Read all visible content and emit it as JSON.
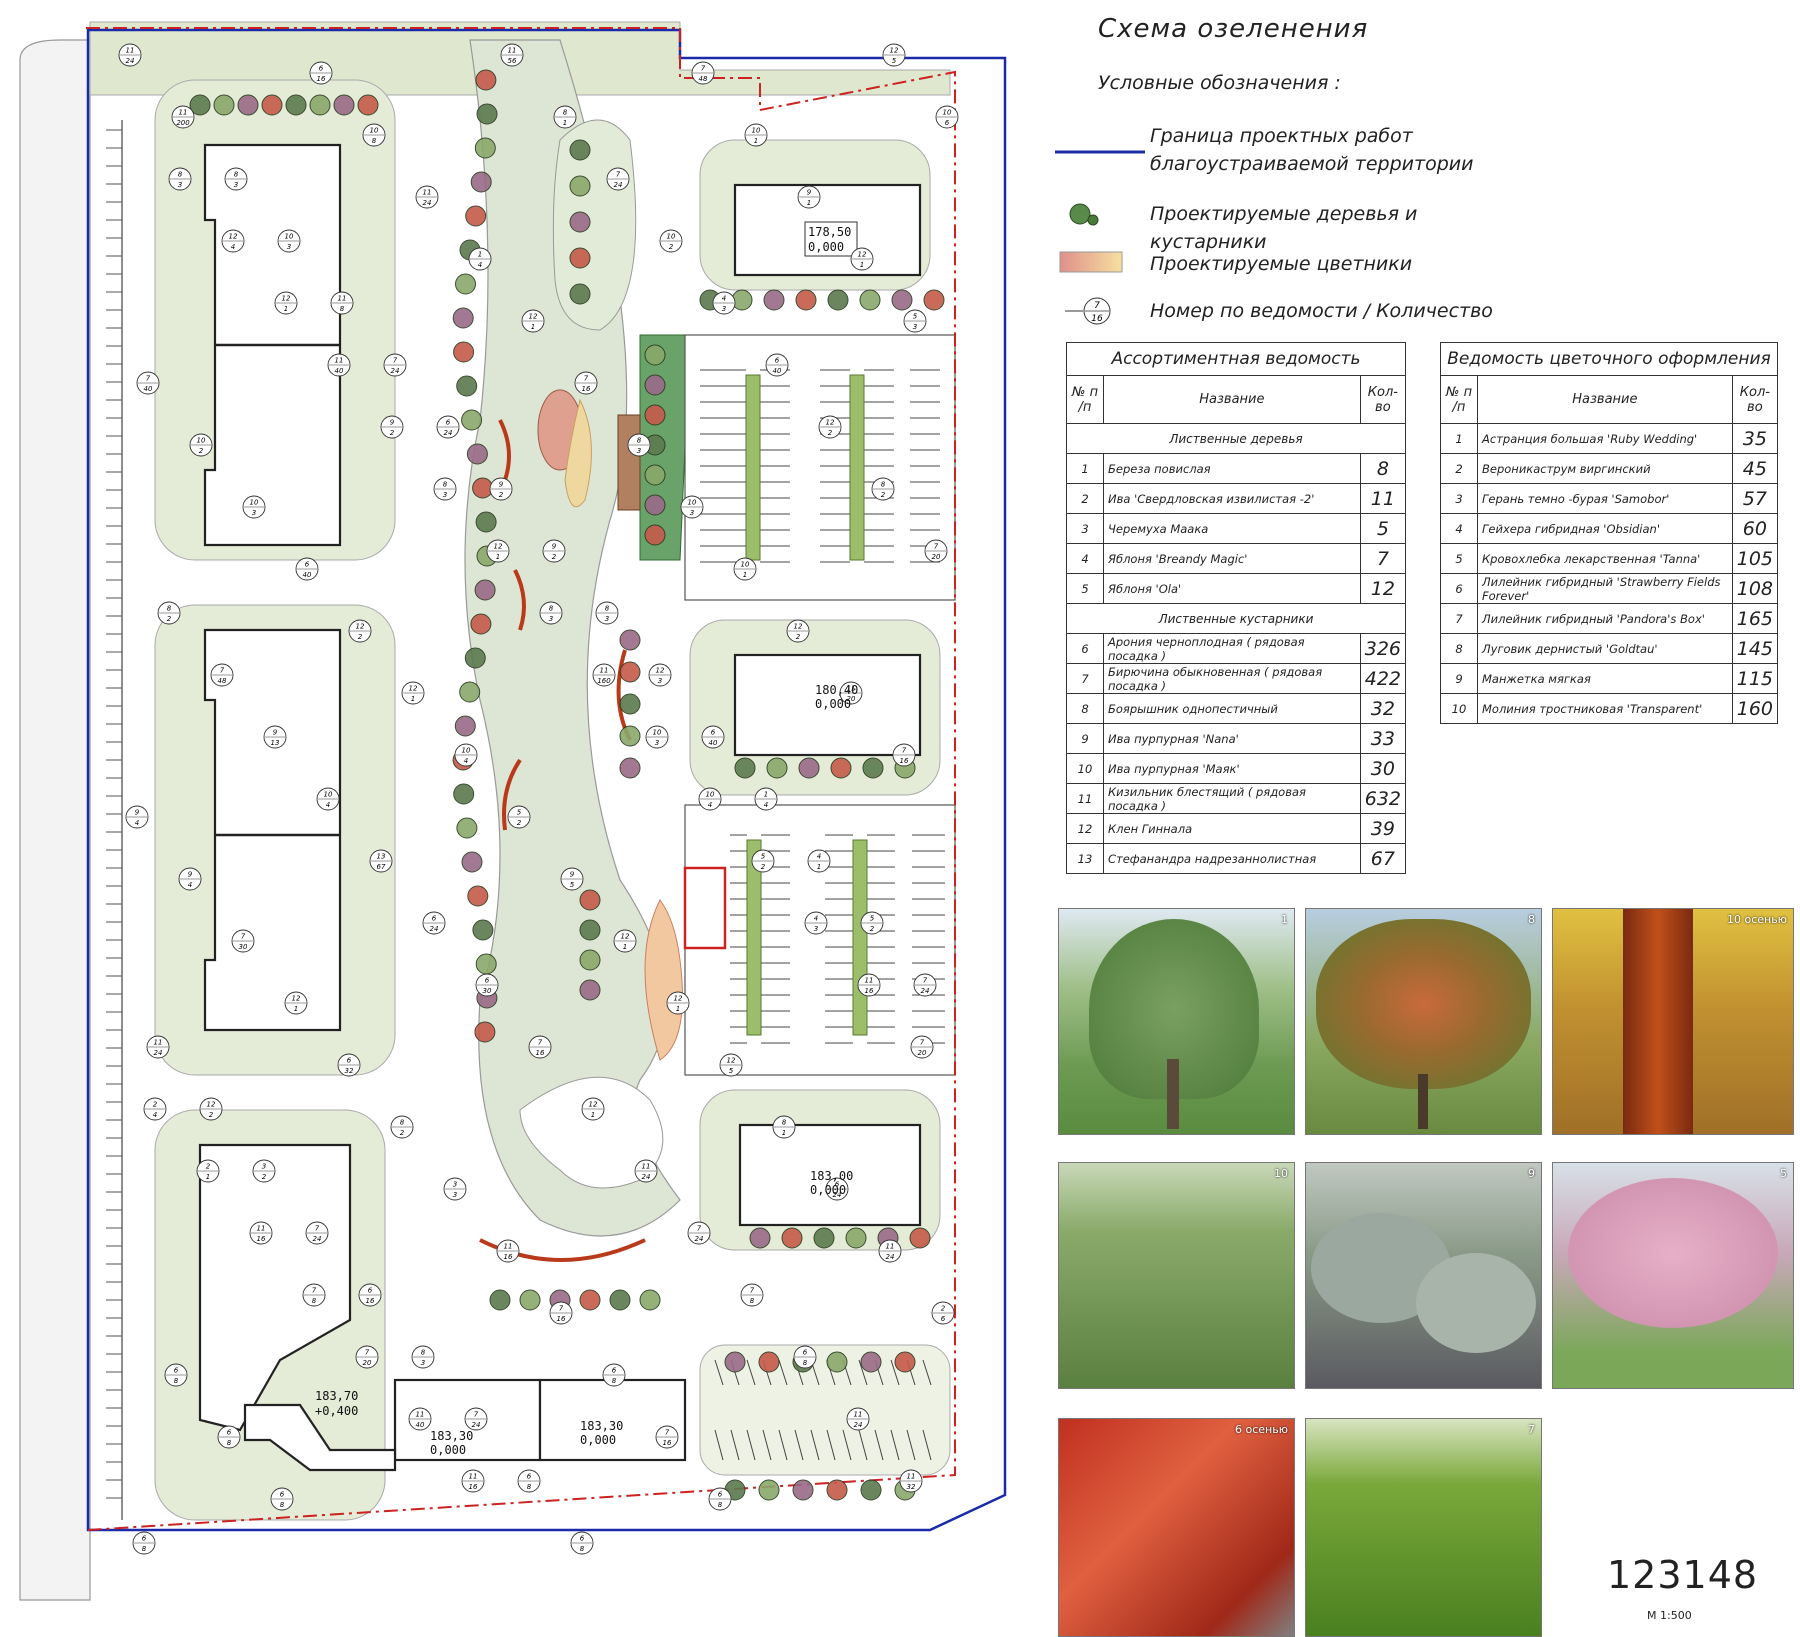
{
  "title": "Схема озеленения",
  "legend": {
    "heading": "Условные обозначения :",
    "items": [
      {
        "label": "Граница проектных работ благоустраиваемой территории",
        "icon": "boundary-line-icon"
      },
      {
        "label": "Проектируемые деревья и кустарники",
        "icon": "tree-symbol-icon"
      },
      {
        "label": "Проектируемые цветники",
        "icon": "flowerbed-swatch-icon"
      },
      {
        "label": "Номер по ведомости / Количество",
        "icon": "callout-icon",
        "sample_num": "7",
        "sample_qty": "16"
      }
    ]
  },
  "assortment": {
    "title": "Ассортиментная ведомость",
    "headers": {
      "num": "№ п /п",
      "name": "Название",
      "qty": "Кол-во"
    },
    "section1": "Лиственные деревья",
    "section2": "Лиственные кустарники",
    "trees": [
      {
        "num": "1",
        "name": "Береза повислая",
        "qty": "8"
      },
      {
        "num": "2",
        "name": "Ива 'Свердловская извилистая -2'",
        "qty": "11"
      },
      {
        "num": "3",
        "name": "Черемуха Маака",
        "qty": "5"
      },
      {
        "num": "4",
        "name": "Яблоня 'Breandy Magic'",
        "qty": "7"
      },
      {
        "num": "5",
        "name": "Яблоня 'Ola'",
        "qty": "12"
      }
    ],
    "shrubs": [
      {
        "num": "6",
        "name": "Арония черноплодная ( рядовая посадка )",
        "qty": "326"
      },
      {
        "num": "7",
        "name": "Бирючина обыкновенная ( рядовая посадка )",
        "qty": "422"
      },
      {
        "num": "8",
        "name": "Боярышник однопестичный",
        "qty": "32"
      },
      {
        "num": "9",
        "name": "Ива пурпурная 'Nana'",
        "qty": "33"
      },
      {
        "num": "10",
        "name": "Ива пурпурная 'Маяк'",
        "qty": "30"
      },
      {
        "num": "11",
        "name": "Кизильник блестящий ( рядовая посадка )",
        "qty": "632"
      },
      {
        "num": "12",
        "name": "Клен Гиннала",
        "qty": "39"
      },
      {
        "num": "13",
        "name": "Стефанандра надрезаннолистная",
        "qty": "67"
      }
    ]
  },
  "flowers": {
    "title": "Ведомость цветочного оформления",
    "headers": {
      "num": "№ п /п",
      "name": "Название",
      "qty": "Кол-во"
    },
    "rows": [
      {
        "num": "1",
        "name": "Астранция большая 'Ruby Wedding'",
        "qty": "35"
      },
      {
        "num": "2",
        "name": "Вероникаструм виргинский",
        "qty": "45"
      },
      {
        "num": "3",
        "name": "Герань темно -бурая 'Samobor'",
        "qty": "57"
      },
      {
        "num": "4",
        "name": "Гейхера гибридная 'Obsidian'",
        "qty": "60"
      },
      {
        "num": "5",
        "name": "Кровохлебка лекарственная 'Tanna'",
        "qty": "105"
      },
      {
        "num": "6",
        "name": "Лилейник гибридный 'Strawberry Fields Forever'",
        "qty": "108"
      },
      {
        "num": "7",
        "name": "Лилейник гибридный 'Pandora's Box'",
        "qty": "165"
      },
      {
        "num": "8",
        "name": "Луговик дернистый 'Goldtau'",
        "qty": "145"
      },
      {
        "num": "9",
        "name": "Манжетка мягкая",
        "qty": "115"
      },
      {
        "num": "10",
        "name": "Молиния тростниковая 'Transparent'",
        "qty": "160"
      }
    ]
  },
  "photos": [
    {
      "label": "1",
      "theme": "weeping-birch"
    },
    {
      "label": "8",
      "theme": "hawthorn"
    },
    {
      "label": "10 осенью",
      "theme": "willow-bark-autumn"
    },
    {
      "label": "10",
      "theme": "willow-shrub"
    },
    {
      "label": "9",
      "theme": "blue-willow-shrubs"
    },
    {
      "label": "5",
      "theme": "flowering-apple"
    },
    {
      "label": "6 осенью",
      "theme": "aronia-autumn"
    },
    {
      "label": "7",
      "theme": "privet-hedge"
    }
  ],
  "buildings": [
    {
      "elev": "178,50",
      "zero": "0,000"
    },
    {
      "elev": "180,40",
      "zero": "0,000"
    },
    {
      "elev": "183,00",
      "zero": "0,000"
    },
    {
      "elev": "183,70",
      "zero": "+0,400"
    },
    {
      "elev": "183,30",
      "zero": "0,000"
    },
    {
      "elev": "183,30",
      "zero": "0,000"
    }
  ],
  "callouts": [
    [
      "11",
      "24"
    ],
    [
      "6",
      "16"
    ],
    [
      "11",
      "56"
    ],
    [
      "7",
      "48"
    ],
    [
      "12",
      "5"
    ],
    [
      "11",
      "200"
    ],
    [
      "10",
      "8"
    ],
    [
      "8",
      "1"
    ],
    [
      "10",
      "1"
    ],
    [
      "10",
      "6"
    ],
    [
      "8",
      "3"
    ],
    [
      "11",
      "24"
    ],
    [
      "7",
      "24"
    ],
    [
      "9",
      "1"
    ],
    [
      "8",
      "3"
    ],
    [
      "10",
      "3"
    ],
    [
      "1",
      "4"
    ],
    [
      "10",
      "2"
    ],
    [
      "12",
      "1"
    ],
    [
      "12",
      "4"
    ],
    [
      "11",
      "8"
    ],
    [
      "12",
      "1"
    ],
    [
      "4",
      "3"
    ],
    [
      "5",
      "3"
    ],
    [
      "12",
      "1"
    ],
    [
      "7",
      "24"
    ],
    [
      "7",
      "16"
    ],
    [
      "6",
      "40"
    ],
    [
      "7",
      "40"
    ],
    [
      "11",
      "40"
    ],
    [
      "6",
      "24"
    ],
    [
      "8",
      "3"
    ],
    [
      "12",
      "2"
    ],
    [
      "10",
      "2"
    ],
    [
      "9",
      "2"
    ],
    [
      "9",
      "2"
    ],
    [
      "10",
      "3"
    ],
    [
      "8",
      "2"
    ],
    [
      "10",
      "3"
    ],
    [
      "8",
      "3"
    ],
    [
      "9",
      "2"
    ],
    [
      "10",
      "1"
    ],
    [
      "7",
      "20"
    ],
    [
      "6",
      "40"
    ],
    [
      "12",
      "1"
    ],
    [
      "8",
      "3"
    ],
    [
      "12",
      "2"
    ],
    [
      "8",
      "2"
    ],
    [
      "12",
      "2"
    ],
    [
      "8",
      "3"
    ],
    [
      "12",
      "3"
    ],
    [
      "11",
      "20"
    ],
    [
      "7",
      "48"
    ],
    [
      "12",
      "1"
    ],
    [
      "11",
      "160"
    ],
    [
      "6",
      "40"
    ],
    [
      "7",
      "16"
    ],
    [
      "9",
      "13"
    ],
    [
      "10",
      "4"
    ],
    [
      "10",
      "3"
    ],
    [
      "1",
      "4"
    ],
    [
      "9",
      "4"
    ],
    [
      "10",
      "4"
    ],
    [
      "5",
      "2"
    ],
    [
      "10",
      "4"
    ],
    [
      "4",
      "1"
    ],
    [
      "9",
      "4"
    ],
    [
      "13",
      "67"
    ],
    [
      "9",
      "5"
    ],
    [
      "5",
      "2"
    ],
    [
      "5",
      "2"
    ],
    [
      "7",
      "30"
    ],
    [
      "6",
      "24"
    ],
    [
      "12",
      "1"
    ],
    [
      "4",
      "3"
    ],
    [
      "7",
      "24"
    ],
    [
      "12",
      "1"
    ],
    [
      "6",
      "30"
    ],
    [
      "12",
      "1"
    ],
    [
      "11",
      "16"
    ],
    [
      "11",
      "24"
    ],
    [
      "6",
      "32"
    ],
    [
      "7",
      "16"
    ],
    [
      "12",
      "5"
    ],
    [
      "7",
      "20"
    ],
    [
      "12",
      "2"
    ],
    [
      "8",
      "2"
    ],
    [
      "12",
      "1"
    ],
    [
      "8",
      "1"
    ],
    [
      "2",
      "4"
    ],
    [
      "3",
      "2"
    ],
    [
      "3",
      "3"
    ],
    [
      "11",
      "24"
    ],
    [
      "6",
      "24"
    ],
    [
      "2",
      "1"
    ],
    [
      "7",
      "24"
    ],
    [
      "11",
      "16"
    ],
    [
      "7",
      "24"
    ],
    [
      "11",
      "24"
    ],
    [
      "11",
      "16"
    ],
    [
      "6",
      "16"
    ],
    [
      "7",
      "16"
    ],
    [
      "7",
      "8"
    ],
    [
      "2",
      "6"
    ],
    [
      "7",
      "8"
    ],
    [
      "8",
      "3"
    ],
    [
      "6",
      "8"
    ],
    [
      "6",
      "8"
    ],
    [
      "6",
      "8"
    ],
    [
      "7",
      "20"
    ],
    [
      "7",
      "24"
    ],
    [
      "7",
      "16"
    ],
    [
      "11",
      "24"
    ],
    [
      "6",
      "8"
    ],
    [
      "11",
      "40"
    ],
    [
      "6",
      "8"
    ],
    [
      "6",
      "8"
    ],
    [
      "11",
      "32"
    ],
    [
      "6",
      "8"
    ],
    [
      "11",
      "16"
    ],
    [
      "6",
      "8"
    ],
    [
      "6",
      "8"
    ],
    [
      "6",
      "8"
    ]
  ],
  "sheet_number": "123148",
  "scale": "М 1:500"
}
